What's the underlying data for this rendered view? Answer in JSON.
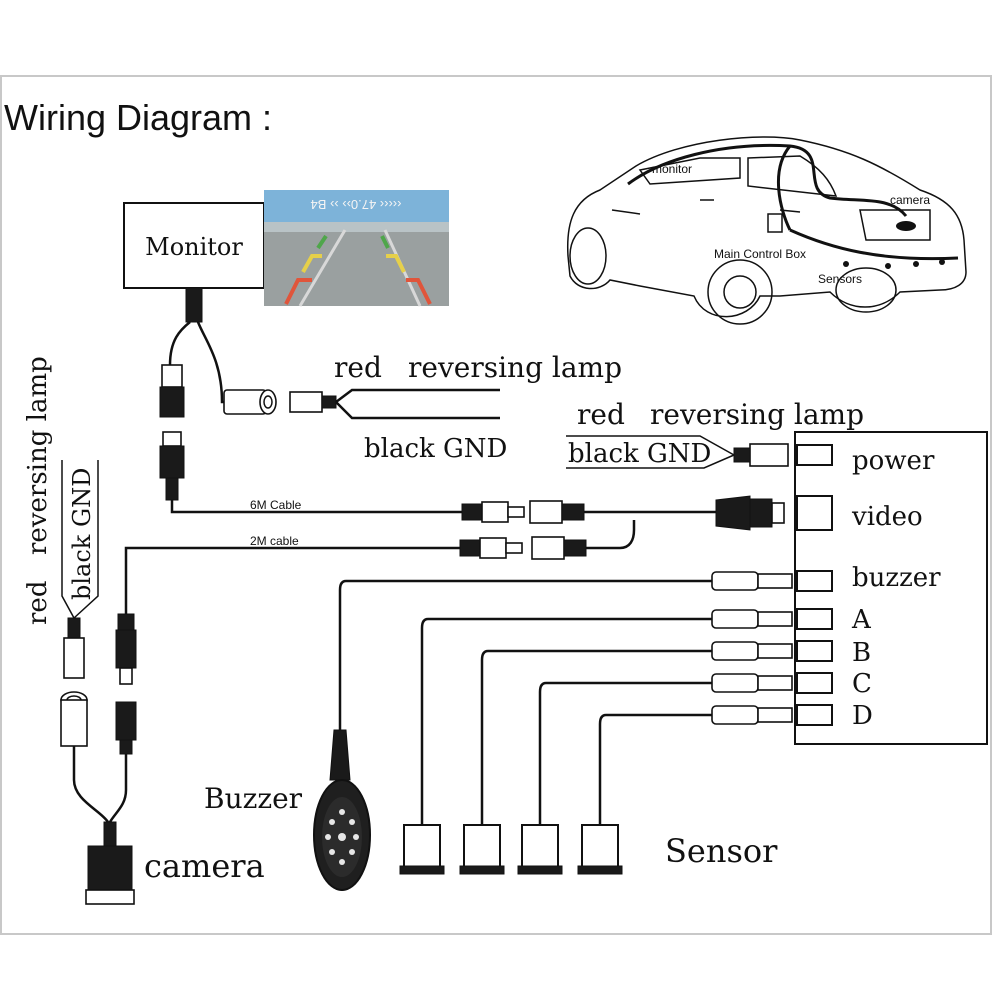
{
  "title": "Wiring Diagram :",
  "monitor_label": "Monitor",
  "screen_overlay_text": "‹‹‹‹‹ 47.0›› ›› B4",
  "car": {
    "monitor": "monitor",
    "camera": "camera",
    "main_control_box": "Main Control Box",
    "sensors": "Sensors"
  },
  "monitor_power": {
    "red_label": "red",
    "lamp_label": "reversing lamp",
    "black_gnd": "black  GND"
  },
  "box_power": {
    "red_label": "red",
    "lamp_label": "reversing lamp",
    "black_gnd": "black  GND"
  },
  "camera_power": {
    "red_label": "red",
    "lamp_label": "reversing lamp",
    "black_gnd": "black GND"
  },
  "cables": {
    "six_m": "6M Cable",
    "two_m": "2M cable"
  },
  "control_box_ports": [
    "power",
    "video",
    "buzzer",
    "A",
    "B",
    "C",
    "D"
  ],
  "buzzer_label": "Buzzer",
  "camera_label": "camera",
  "sensor_label": "Sensor",
  "colors": {
    "line": "#111111",
    "border": "#c8c8c8",
    "screen_sky": "#7db3d9",
    "screen_ground": "#9aa0a0",
    "guide_red": "#e0553b",
    "guide_yellow": "#e6d04a",
    "guide_green": "#4fa64a"
  }
}
